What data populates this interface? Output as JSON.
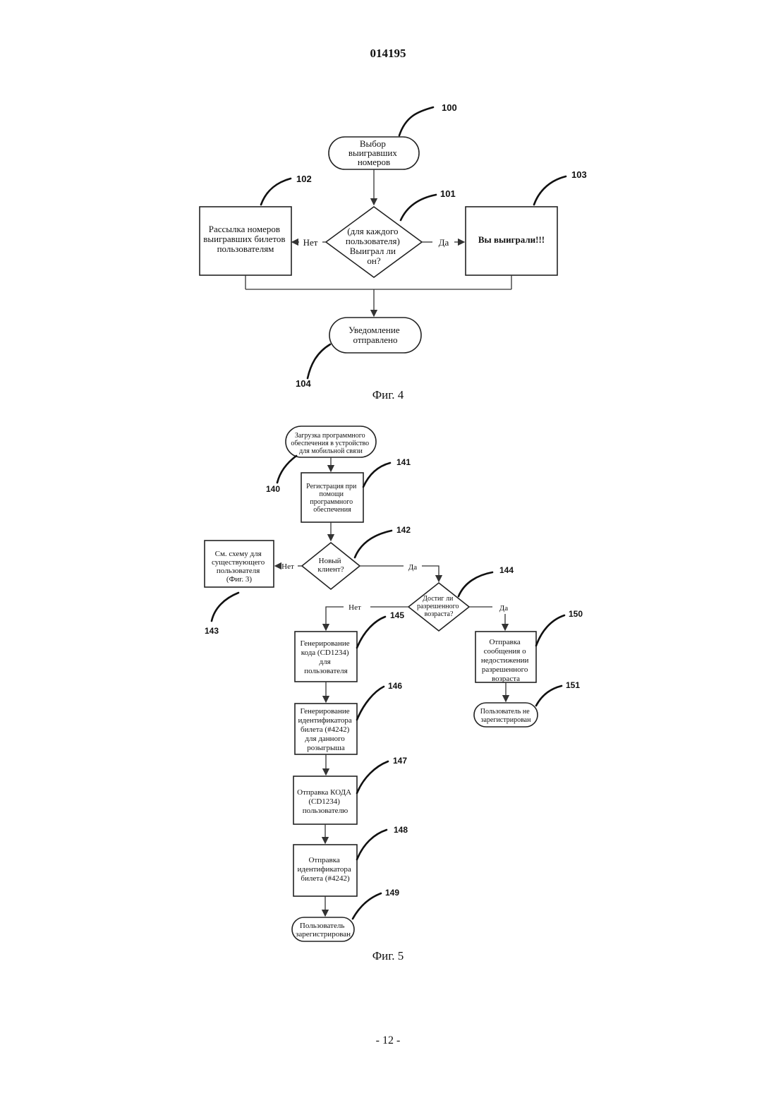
{
  "header": {
    "patent_number": "014195"
  },
  "footer": {
    "page": "- 12 -"
  },
  "fig4": {
    "caption": "Фиг. 4",
    "start": {
      "ref": "100",
      "lines": [
        "Выбор",
        "выигравших",
        "номеров"
      ]
    },
    "decision": {
      "ref": "101",
      "lines": [
        "(для каждого",
        "пользователя)",
        "Выиграл ли",
        "он?"
      ]
    },
    "no_box": {
      "ref": "102",
      "lines": [
        "Рассылка номеров",
        "выигравших билетов",
        "пользователям"
      ]
    },
    "yes_box": {
      "ref": "103",
      "lines": [
        "Вы выиграли!!!"
      ]
    },
    "end": {
      "ref": "104",
      "lines": [
        "Уведомление",
        "отправлено"
      ]
    },
    "no_label": "Нет",
    "yes_label": "Да"
  },
  "fig5": {
    "caption": "Фиг. 5",
    "n140": {
      "ref": "140",
      "lines": [
        "Загрузка программного",
        "обеспечения в устройство",
        "для мобильной связи"
      ]
    },
    "n141": {
      "ref": "141",
      "lines": [
        "Регистрация при",
        "помощи",
        "программного",
        "обеспечения"
      ]
    },
    "n142": {
      "ref": "142",
      "lines": [
        "Новый",
        "клиент?"
      ]
    },
    "n143": {
      "ref": "143",
      "lines": [
        "См. схему для",
        "существующего",
        "пользователя",
        "(Фиг. 3)"
      ]
    },
    "n144": {
      "ref": "144",
      "lines": [
        "Достиг ли",
        "разрешенного",
        "возраста?"
      ]
    },
    "n145": {
      "ref": "145",
      "lines": [
        "Генерирование",
        "кода (CD1234)",
        "для",
        "пользователя"
      ]
    },
    "n146": {
      "ref": "146",
      "lines": [
        "Генерирование",
        "идентификатора",
        "билета (#4242)",
        "для данного",
        "розыгрыша"
      ]
    },
    "n147": {
      "ref": "147",
      "lines": [
        "Отправка КОДА",
        "(CD1234)",
        "пользователю"
      ]
    },
    "n148": {
      "ref": "148",
      "lines": [
        "Отправка",
        "идентификатора",
        "билета (#4242)"
      ]
    },
    "n149": {
      "ref": "149",
      "lines": [
        "Пользователь",
        "зарегистрирован"
      ]
    },
    "n150": {
      "ref": "150",
      "lines": [
        "Отправка",
        "сообщения о",
        "недостижении",
        "разрешенного",
        "возраста"
      ]
    },
    "n151": {
      "ref": "151",
      "lines": [
        "Пользователь не",
        "зарегистрирован"
      ]
    },
    "edge_142_no": "Нет",
    "edge_142_yes": "Да",
    "edge_144_no": "Нет",
    "edge_144_yes": "Да"
  }
}
